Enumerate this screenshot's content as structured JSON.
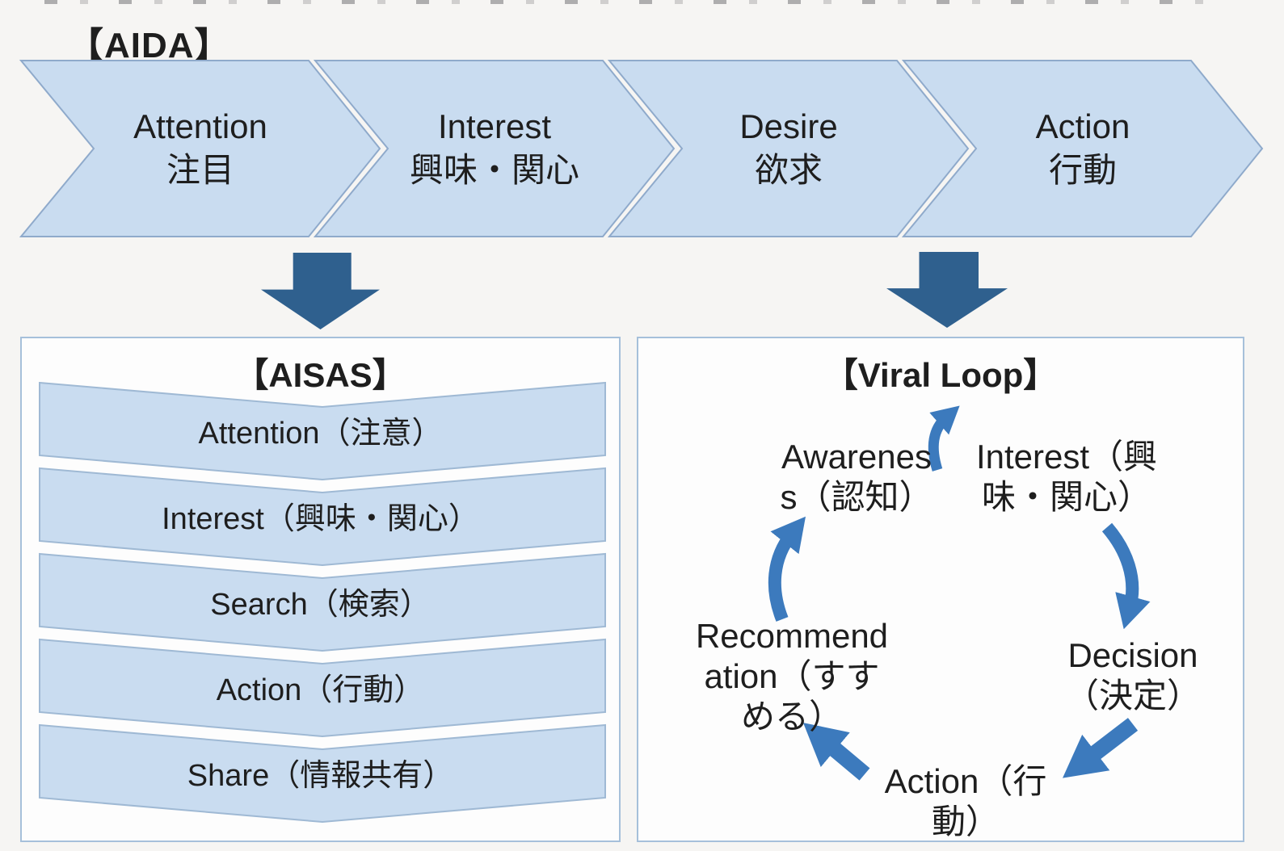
{
  "colors": {
    "bg": "#f6f5f3",
    "text": "#1e1e1e",
    "shape-fill": "#c9dcf0",
    "shape-stroke": "#8faacb",
    "banner-stroke": "#9fb9d4",
    "panel-border": "#a6c0da",
    "dark-arrow": "#2f608e",
    "loop-arrow": "#3c7abd"
  },
  "aida": {
    "title": "【AIDA】",
    "steps": [
      {
        "en": "Attention",
        "ja": "注目"
      },
      {
        "en": "Interest",
        "ja": "興味・関心"
      },
      {
        "en": "Desire",
        "ja": "欲求"
      },
      {
        "en": "Action",
        "ja": "行動"
      }
    ]
  },
  "aisas": {
    "title": "【AISAS】",
    "steps": [
      "Attention（注意）",
      "Interest（興味・関心）",
      "Search（検索）",
      "Action（行動）",
      "Share（情報共有）"
    ]
  },
  "viral_loop": {
    "title": "【Viral Loop】",
    "nodes": [
      {
        "id": "awareness",
        "lines": [
          "Awarenes",
          "s（認知）"
        ]
      },
      {
        "id": "interest",
        "lines": [
          "Interest（興",
          "味・関心）"
        ]
      },
      {
        "id": "decision",
        "lines": [
          "Decision",
          "（決定）"
        ]
      },
      {
        "id": "action",
        "lines": [
          "Action（行",
          "動）"
        ]
      },
      {
        "id": "recommendation",
        "lines": [
          "Recommend",
          "ation（すす",
          "める）"
        ]
      }
    ]
  }
}
